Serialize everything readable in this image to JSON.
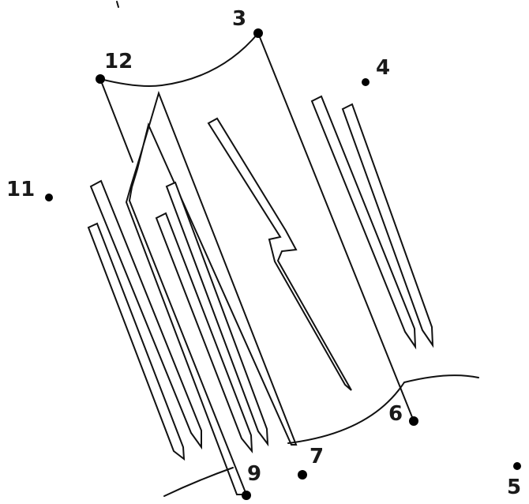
{
  "puzzle": {
    "ink_color": "#111111",
    "dots": [
      {
        "label": "3"
      },
      {
        "label": "12"
      },
      {
        "label": "4"
      },
      {
        "label": "11"
      },
      {
        "label": "6"
      },
      {
        "label": "7"
      },
      {
        "label": "9"
      },
      {
        "label": "5"
      }
    ]
  }
}
